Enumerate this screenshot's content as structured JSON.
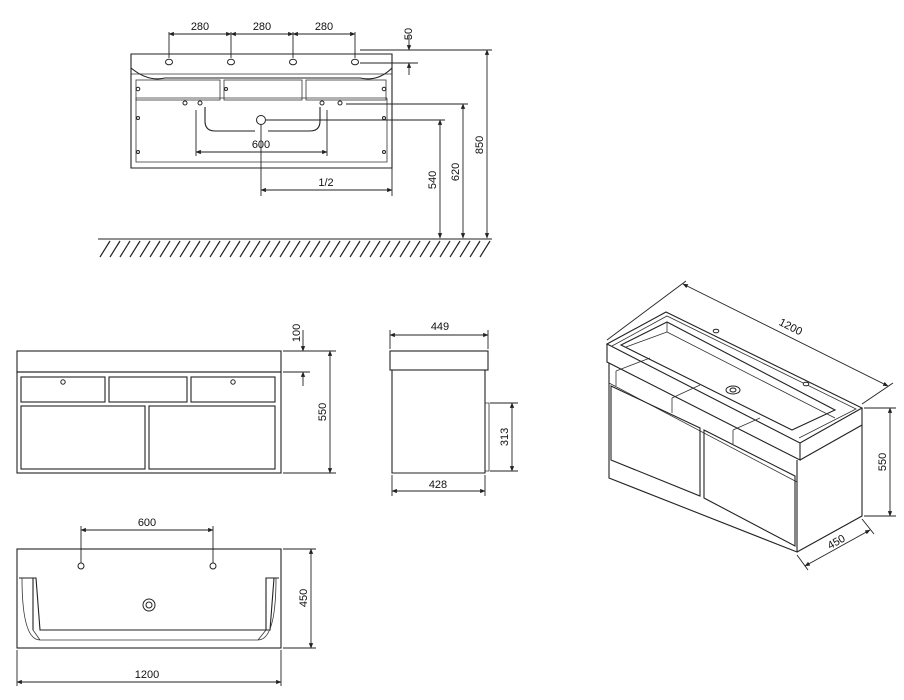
{
  "front_elevation": {
    "spacing_1": "280",
    "spacing_2": "280",
    "spacing_3": "280",
    "top_offset": "50",
    "pipe_span": "600",
    "center_mark": "1/2",
    "height_540": "540",
    "height_620": "620",
    "height_850": "850"
  },
  "front_view": {
    "top_height": "100",
    "total_height": "550"
  },
  "side_view": {
    "top_depth": "449",
    "bottom_depth": "428",
    "drawer_height": "313"
  },
  "top_view": {
    "tap_spacing": "600",
    "depth": "450",
    "width": "1200"
  },
  "isometric": {
    "width": "1200",
    "height": "550",
    "depth": "450"
  }
}
